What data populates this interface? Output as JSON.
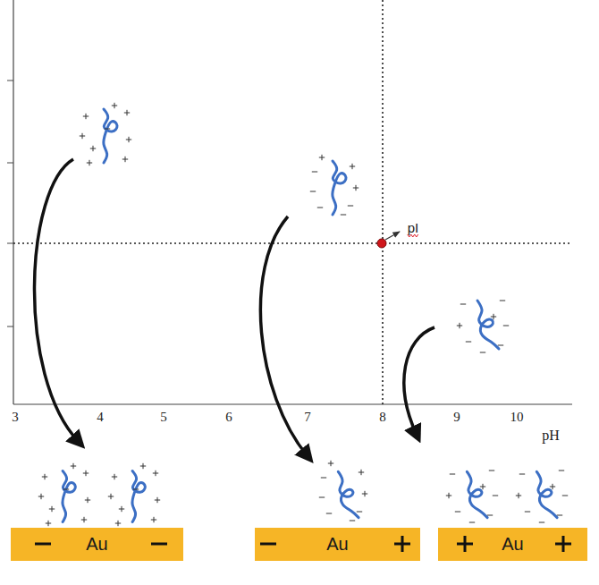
{
  "diagram": {
    "nodes": [
      {
        "text": [
          "Au"
        ]
      },
      {
        "text": [
          "Au"
        ]
      },
      {
        "text": [
          "Au"
        ]
      }
    ],
    "labels": [
      "3",
      "4",
      "5",
      "6",
      "7",
      "8",
      "9",
      "10",
      "pH",
      "pI"
    ]
  }
}
